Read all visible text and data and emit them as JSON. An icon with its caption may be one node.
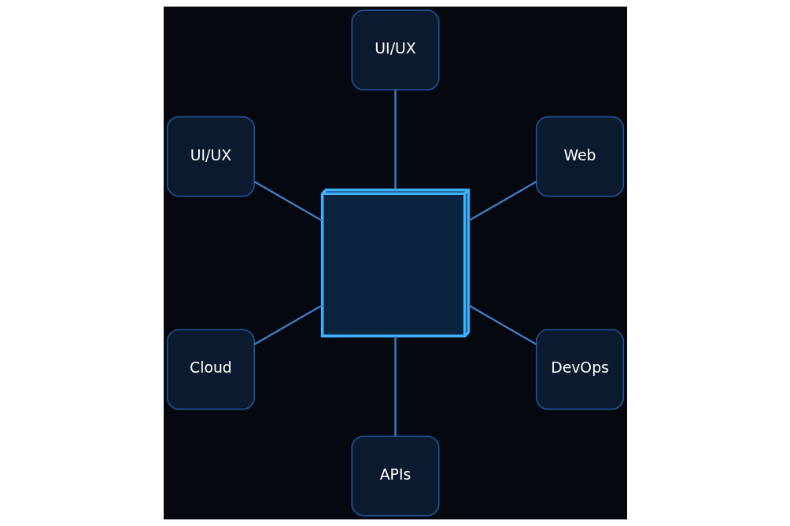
{
  "diagram": {
    "nodes": [
      {
        "text": [],
        "shape": "cube"
      },
      {
        "text": [
          "Web"
        ]
      },
      {
        "text": [
          "UI/UX"
        ]
      },
      {
        "text": [
          "UI/UX"
        ]
      },
      {
        "text": [
          "Cloud"
        ]
      },
      {
        "text": [
          "APIs"
        ]
      },
      {
        "text": [
          "DevOps"
        ]
      }
    ],
    "edges": [
      {
        "from": 0,
        "to": 1,
        "arrow": "none"
      },
      {
        "from": 0,
        "to": 2,
        "arrow": "none"
      },
      {
        "from": 0,
        "to": 3,
        "arrow": "none"
      },
      {
        "from": 0,
        "to": 4,
        "arrow": "none"
      },
      {
        "from": 0,
        "to": 5,
        "arrow": "none"
      },
      {
        "from": 0,
        "to": 6,
        "arrow": "none"
      }
    ]
  }
}
